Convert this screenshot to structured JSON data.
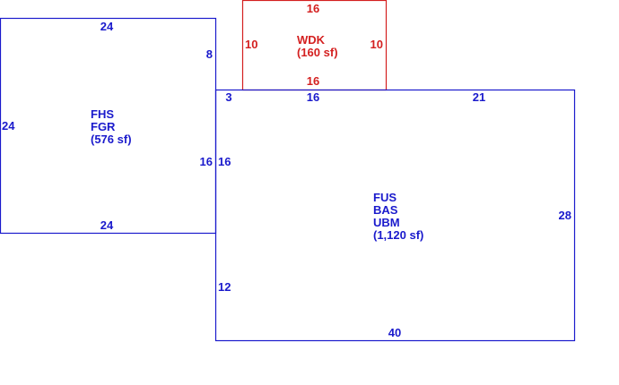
{
  "colors": {
    "primary": "#1a1acc",
    "deck": "#d42020",
    "background": "#ffffff"
  },
  "areas": {
    "garage": {
      "codes": [
        "FHS",
        "FGR"
      ],
      "area_label": "(576 sf)",
      "dims": {
        "top": "24",
        "bottom": "24",
        "left": "24",
        "right_upper": "8",
        "right_lower": "16"
      }
    },
    "deck": {
      "codes": [
        "WDK"
      ],
      "area_label": "(160 sf)",
      "dims": {
        "top": "16",
        "bottom": "16",
        "left": "10",
        "right": "10"
      }
    },
    "house": {
      "codes": [
        "FUS",
        "BAS",
        "UBM"
      ],
      "area_label": "(1,120 sf)",
      "dims": {
        "top_left": "3",
        "top_mid": "16",
        "top_right": "21",
        "left_upper": "16",
        "left_lower": "12",
        "right": "28",
        "bottom": "40"
      }
    }
  }
}
